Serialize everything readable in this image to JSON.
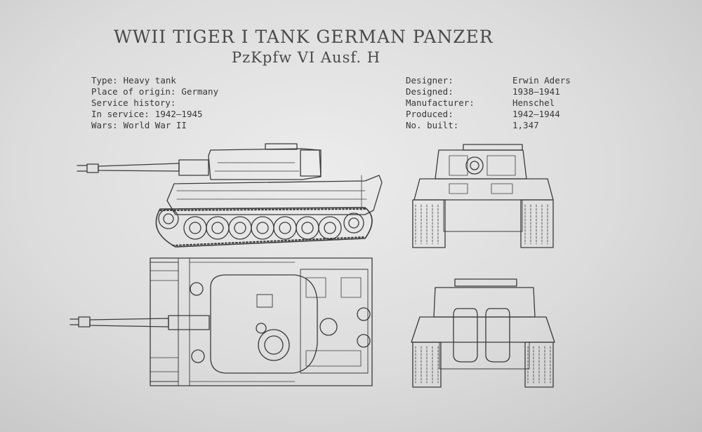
{
  "title": {
    "line1": "WWII TIGER I TANK    GERMAN PANZER",
    "line2": "PzKpfw VI Ausf. H"
  },
  "specs_left": [
    {
      "label": "Type:",
      "value": "Heavy tank"
    },
    {
      "label": "Place of origin:",
      "value": "Germany"
    },
    {
      "label": "Service history:",
      "value": ""
    },
    {
      "label": "In service:",
      "value": "1942–1945"
    },
    {
      "label": "Wars:",
      "value": "World War II"
    }
  ],
  "specs_right": [
    {
      "label": "Designer:",
      "value": "Erwin Aders"
    },
    {
      "label": "Designed:",
      "value": "1938–1941"
    },
    {
      "label": "Manufacturer:",
      "value": "Henschel"
    },
    {
      "label": "Produced:",
      "value": "1942–1944"
    },
    {
      "label": "No. built:",
      "value": "1,347"
    }
  ],
  "colors": {
    "paper": "#e6e6e6",
    "ink": "#3a3a3a"
  }
}
